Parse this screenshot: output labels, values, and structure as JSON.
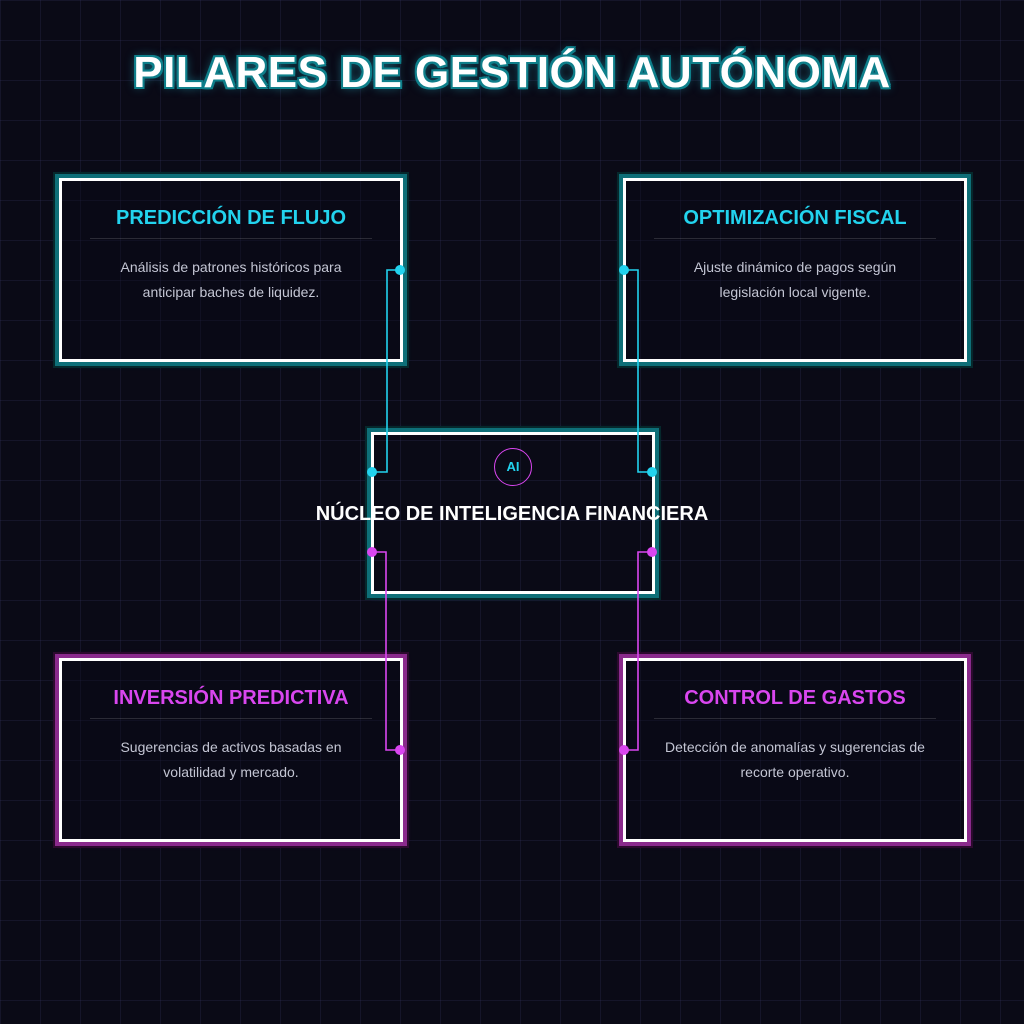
{
  "title": "PILARES DE GESTIÓN AUTÓNOMA",
  "core": {
    "badge": "AI",
    "title": "NÚCLEO DE INTELIGENCIA FINANCIERA"
  },
  "pillars": [
    {
      "title": "PREDICCIÓN DE FLUJO",
      "description": "Análisis de patrones históricos para anticipar baches de liquidez.",
      "accent": "#22d3ee"
    },
    {
      "title": "OPTIMIZACIÓN FISCAL",
      "description": "Ajuste dinámico de pagos según legislación local vigente.",
      "accent": "#22d3ee"
    },
    {
      "title": "INVERSIÓN PREDICTIVA",
      "description": "Sugerencias de activos basadas en volatilidad y mercado.",
      "accent": "#d946ef"
    },
    {
      "title": "CONTROL DE GASTOS",
      "description": "Detección de anomalías y sugerencias de recorte operativo.",
      "accent": "#d946ef"
    }
  ],
  "colors": {
    "background": "#0a0a16",
    "cyan": "#22d3ee",
    "magenta": "#d946ef",
    "border": "#ffffff"
  }
}
